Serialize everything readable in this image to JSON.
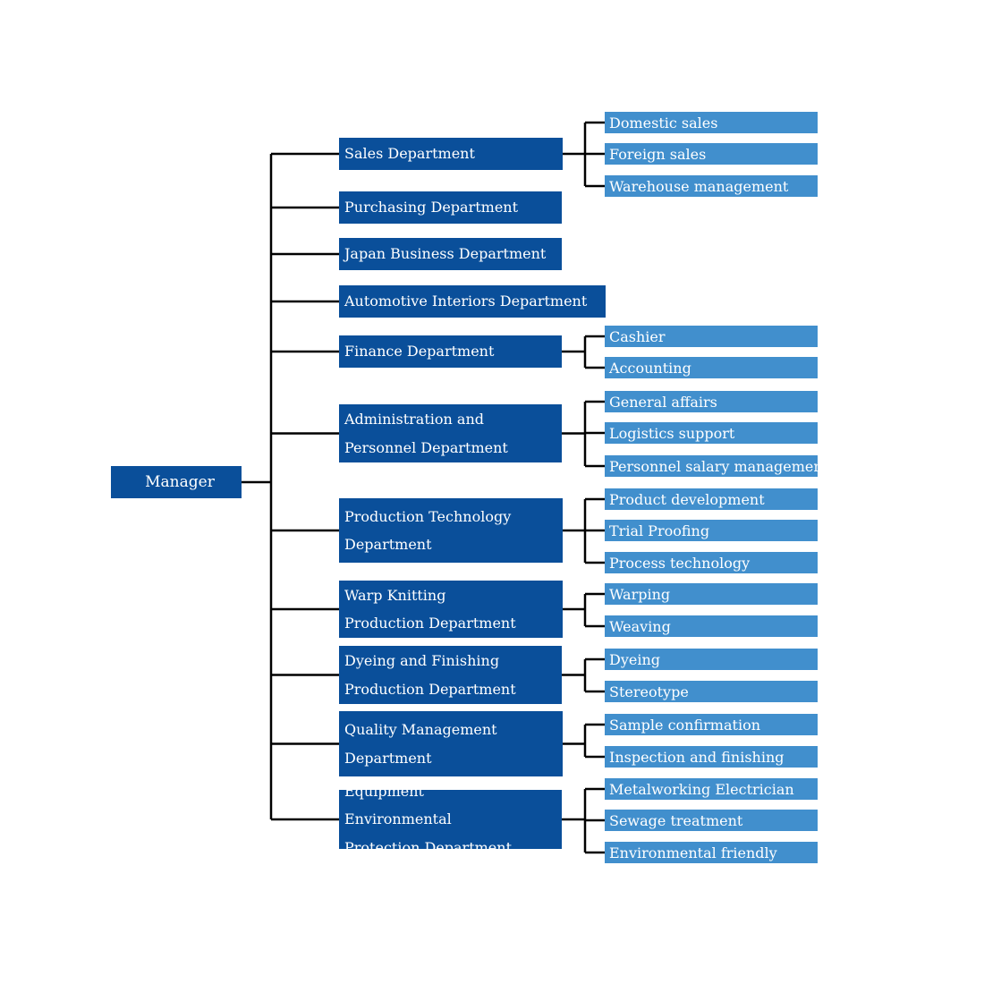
{
  "root": {
    "label": "Manager"
  },
  "departments": [
    {
      "label": "Sales Department",
      "children": [
        "Domestic sales",
        "Foreign sales",
        "Warehouse management"
      ]
    },
    {
      "label": "Purchasing Department",
      "children": []
    },
    {
      "label": "Japan Business Department",
      "children": []
    },
    {
      "label": "Automotive Interiors Department",
      "children": []
    },
    {
      "label": "Finance Department",
      "children": [
        "Cashier",
        "Accounting"
      ]
    },
    {
      "label": "Administration and Personnel Department",
      "children": [
        "General affairs",
        "Logistics support",
        "Personnel salary management"
      ]
    },
    {
      "label": "Production Technology Department",
      "children": [
        "Product development",
        "Trial Proofing",
        "Process technology"
      ]
    },
    {
      "label": "Warp Knitting Production Department",
      "children": [
        "Warping",
        "Weaving"
      ]
    },
    {
      "label": "Dyeing and Finishing Production Department",
      "children": [
        "Dyeing",
        "Stereotype"
      ]
    },
    {
      "label": "Quality Management Department",
      "children": [
        "Sample confirmation",
        "Inspection and finishing"
      ]
    },
    {
      "label": "Equipment Environmental Protection Department",
      "children": [
        "Metalworking Electrician",
        "Sewage treatment",
        "Environmental friendly"
      ]
    }
  ],
  "colors": {
    "department": "#0a4f9a",
    "sub_unit": "#418fcd",
    "connector": "#000000"
  }
}
